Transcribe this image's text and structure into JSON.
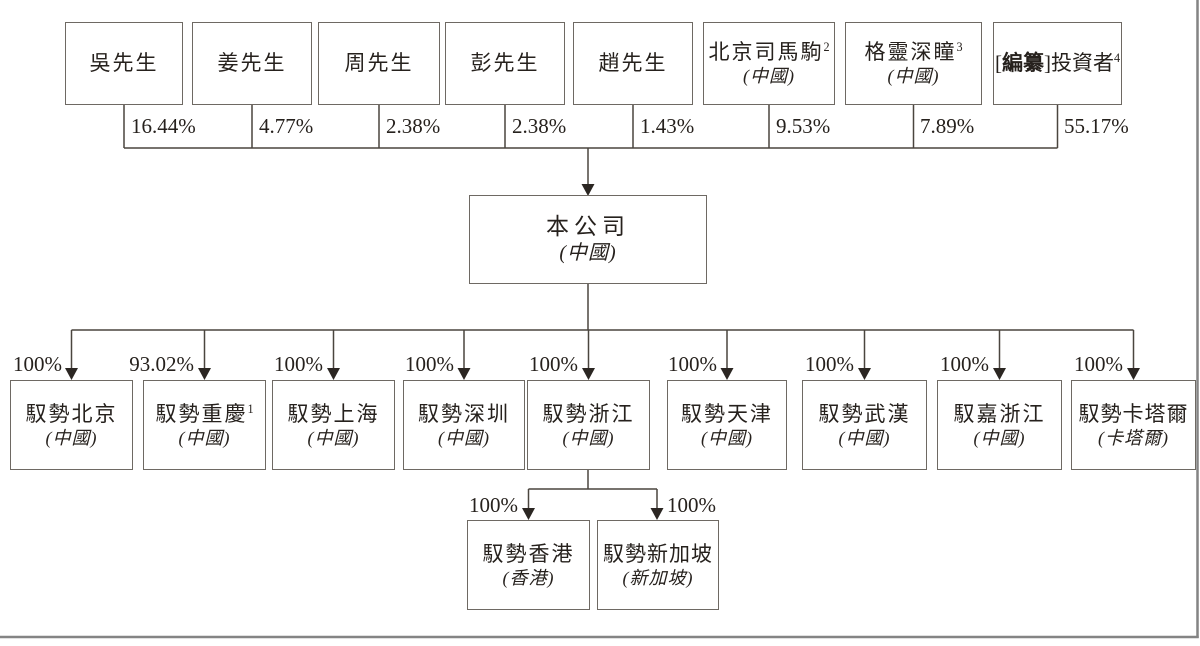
{
  "shareholders": [
    {
      "name": "吳先生",
      "percentage": "16.44%"
    },
    {
      "name": "姜先生",
      "percentage": "4.77%"
    },
    {
      "name": "周先生",
      "percentage": "2.38%"
    },
    {
      "name": "彭先生",
      "percentage": "2.38%"
    },
    {
      "name": "趙先生",
      "percentage": "1.43%"
    },
    {
      "name": "北京司馬駒",
      "sup": "2",
      "jurisdiction": "(中國)",
      "percentage": "9.53%"
    },
    {
      "name": "格靈深瞳",
      "sup": "3",
      "jurisdiction": "(中國)",
      "percentage": "7.89%"
    },
    {
      "bracket": "[",
      "redacted": "編纂",
      "rest": "]投資者",
      "sup": "4",
      "percentage": "55.17%"
    }
  ],
  "company": {
    "name": "本公司",
    "jurisdiction": "(中國)"
  },
  "subsidiaries": [
    {
      "name": "馭勢北京",
      "jurisdiction": "(中國)",
      "percentage": "100%"
    },
    {
      "name": "馭勢重慶",
      "sup": "1",
      "jurisdiction": "(中國)",
      "percentage": "93.02%"
    },
    {
      "name": "馭勢上海",
      "jurisdiction": "(中國)",
      "percentage": "100%"
    },
    {
      "name": "馭勢深圳",
      "jurisdiction": "(中國)",
      "percentage": "100%"
    },
    {
      "name": "馭勢浙江",
      "jurisdiction": "(中國)",
      "percentage": "100%"
    },
    {
      "name": "馭勢天津",
      "jurisdiction": "(中國)",
      "percentage": "100%"
    },
    {
      "name": "馭勢武漢",
      "jurisdiction": "(中國)",
      "percentage": "100%"
    },
    {
      "name": "馭嘉浙江",
      "jurisdiction": "(中國)",
      "percentage": "100%"
    },
    {
      "name": "馭勢卡塔爾",
      "jurisdiction": "(卡塔爾)",
      "percentage": "100%"
    }
  ],
  "zhejiang_subsidiaries": [
    {
      "name": "馭勢香港",
      "jurisdiction": "(香港)",
      "percentage": "100%"
    },
    {
      "name": "馭勢新加坡",
      "jurisdiction": "(新加坡)",
      "percentage": "100%"
    }
  ]
}
